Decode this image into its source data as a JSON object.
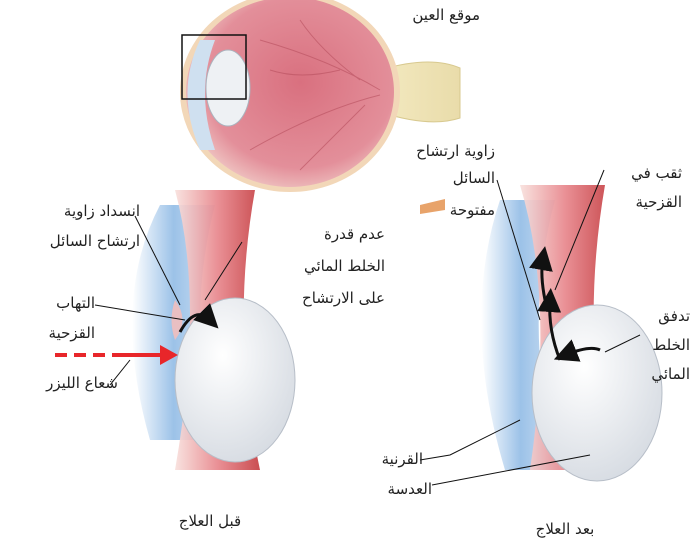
{
  "labels": {
    "eye_location": "موقع العين",
    "open_angle_1": "زاوية ارتشاح",
    "open_angle_2": "السائل",
    "open_angle_3": "مفتوحة",
    "iris_hole_1": "ثقب في",
    "iris_hole_2": "القزحية",
    "blocked_angle_1": "انسداد زاوية",
    "blocked_angle_2": "ارتشاح السائل",
    "no_drain_1": "عدم قدرة",
    "no_drain_2": "الخلط المائي",
    "no_drain_3": "على الارتشاح",
    "iritis_1": "التهاب",
    "iritis_2": "القزحية",
    "laser": "شعاع الليزر",
    "flow_1": "تدفق",
    "flow_2": "الخلط",
    "flow_3": "المائي",
    "cornea": "القرنية",
    "lens": "العدسة",
    "before": "قبل العلاج",
    "after": "بعد العلاج"
  },
  "colors": {
    "sclera": "#e8a0a8",
    "retina": "#d9707f",
    "cornea_blue": "#8fb7e0",
    "lens": "#e9edf2",
    "laser_beam": "#e8262a",
    "optic_nerve": "#efe3b0"
  }
}
